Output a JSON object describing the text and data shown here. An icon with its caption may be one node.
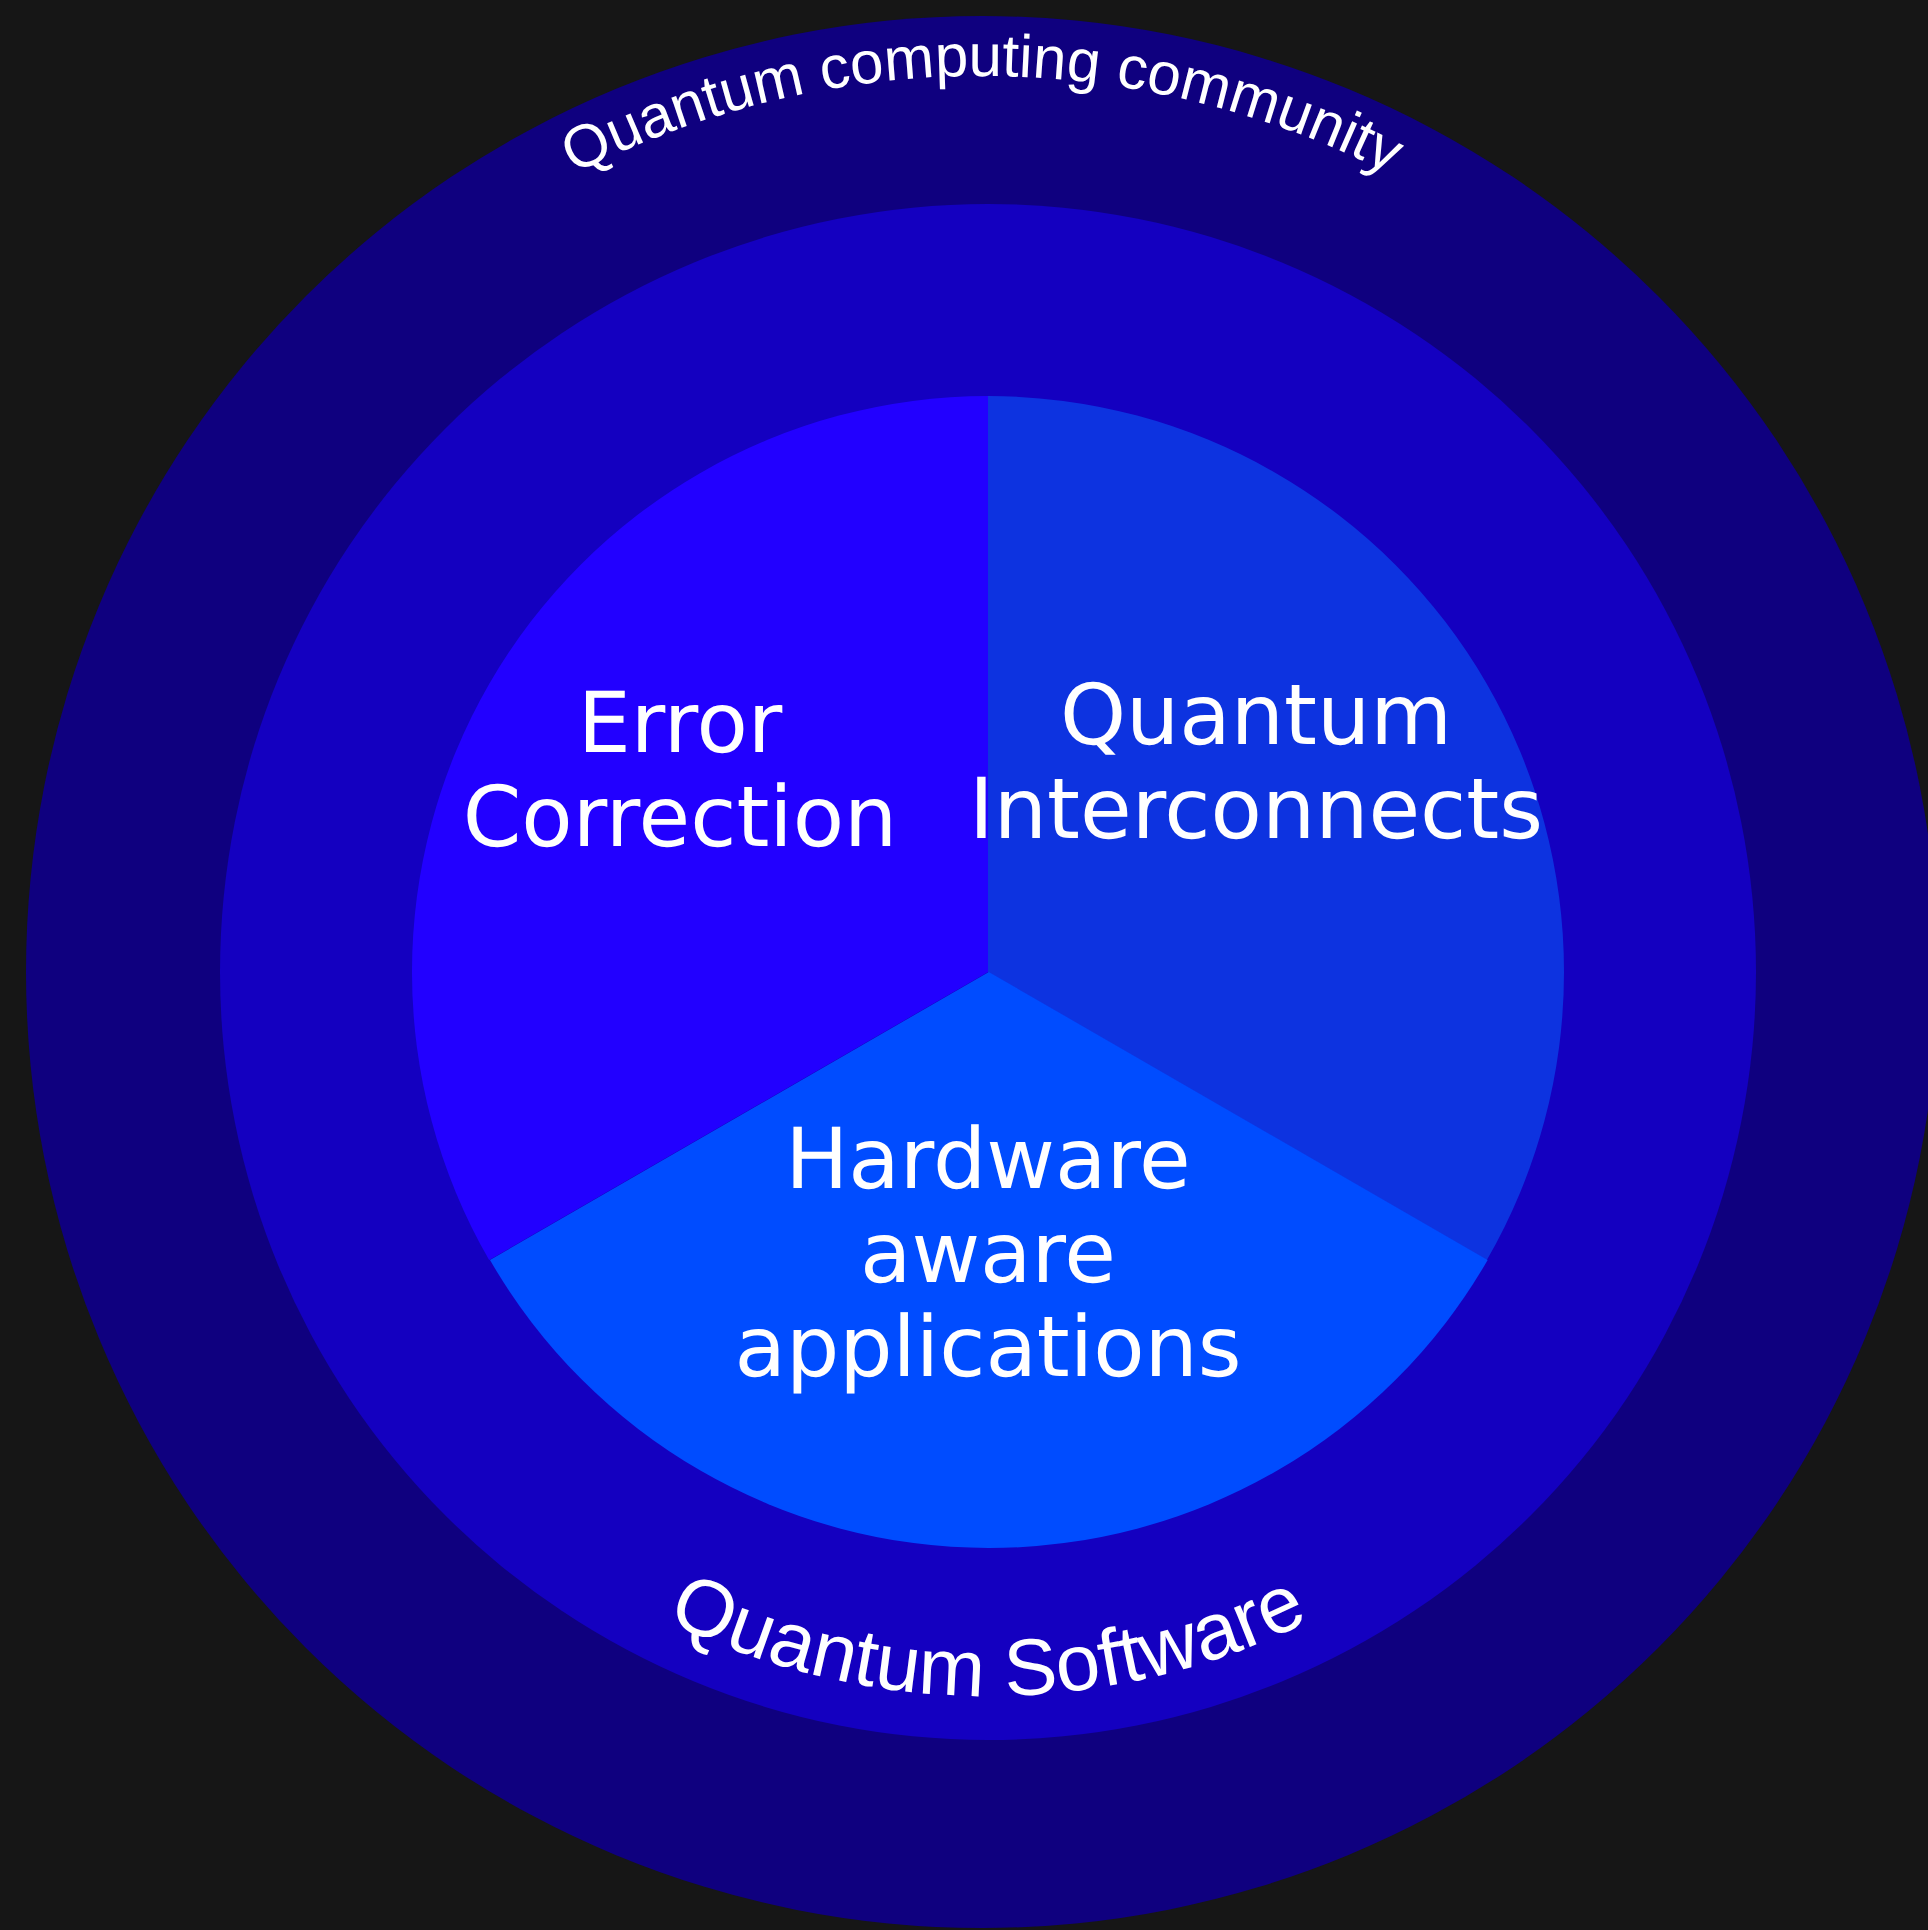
{
  "diagram": {
    "nodes": [
      {
        "text": [
          "Quantum computing community"
        ]
      },
      {
        "text": [
          "Quantum Software"
        ],
        "in": 0
      },
      {
        "text": [
          "Error Correction"
        ],
        "in": 1
      },
      {
        "text": [
          "Quantum Interconnects"
        ],
        "in": 1
      },
      {
        "text": [
          "Hardware aware applications"
        ],
        "in": 1
      }
    ],
    "edges": []
  }
}
